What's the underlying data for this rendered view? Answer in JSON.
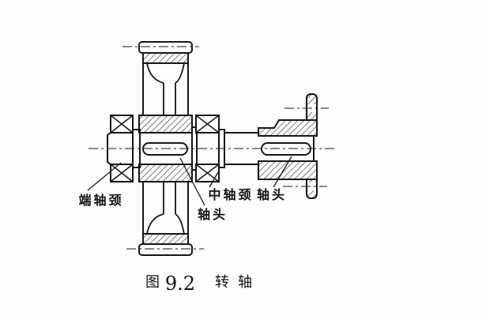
{
  "figure": {
    "kind": "mechanical-section-drawing",
    "caption": {
      "prefix": "图",
      "number": "9.2",
      "title": "转轴"
    },
    "labels": {
      "end_journal": "端轴颈",
      "middle_journal": "中轴颈",
      "shaft_head_left": "轴头",
      "shaft_head_right": "轴头"
    },
    "colors": {
      "line": "#161616",
      "background": "#fefefe"
    }
  }
}
